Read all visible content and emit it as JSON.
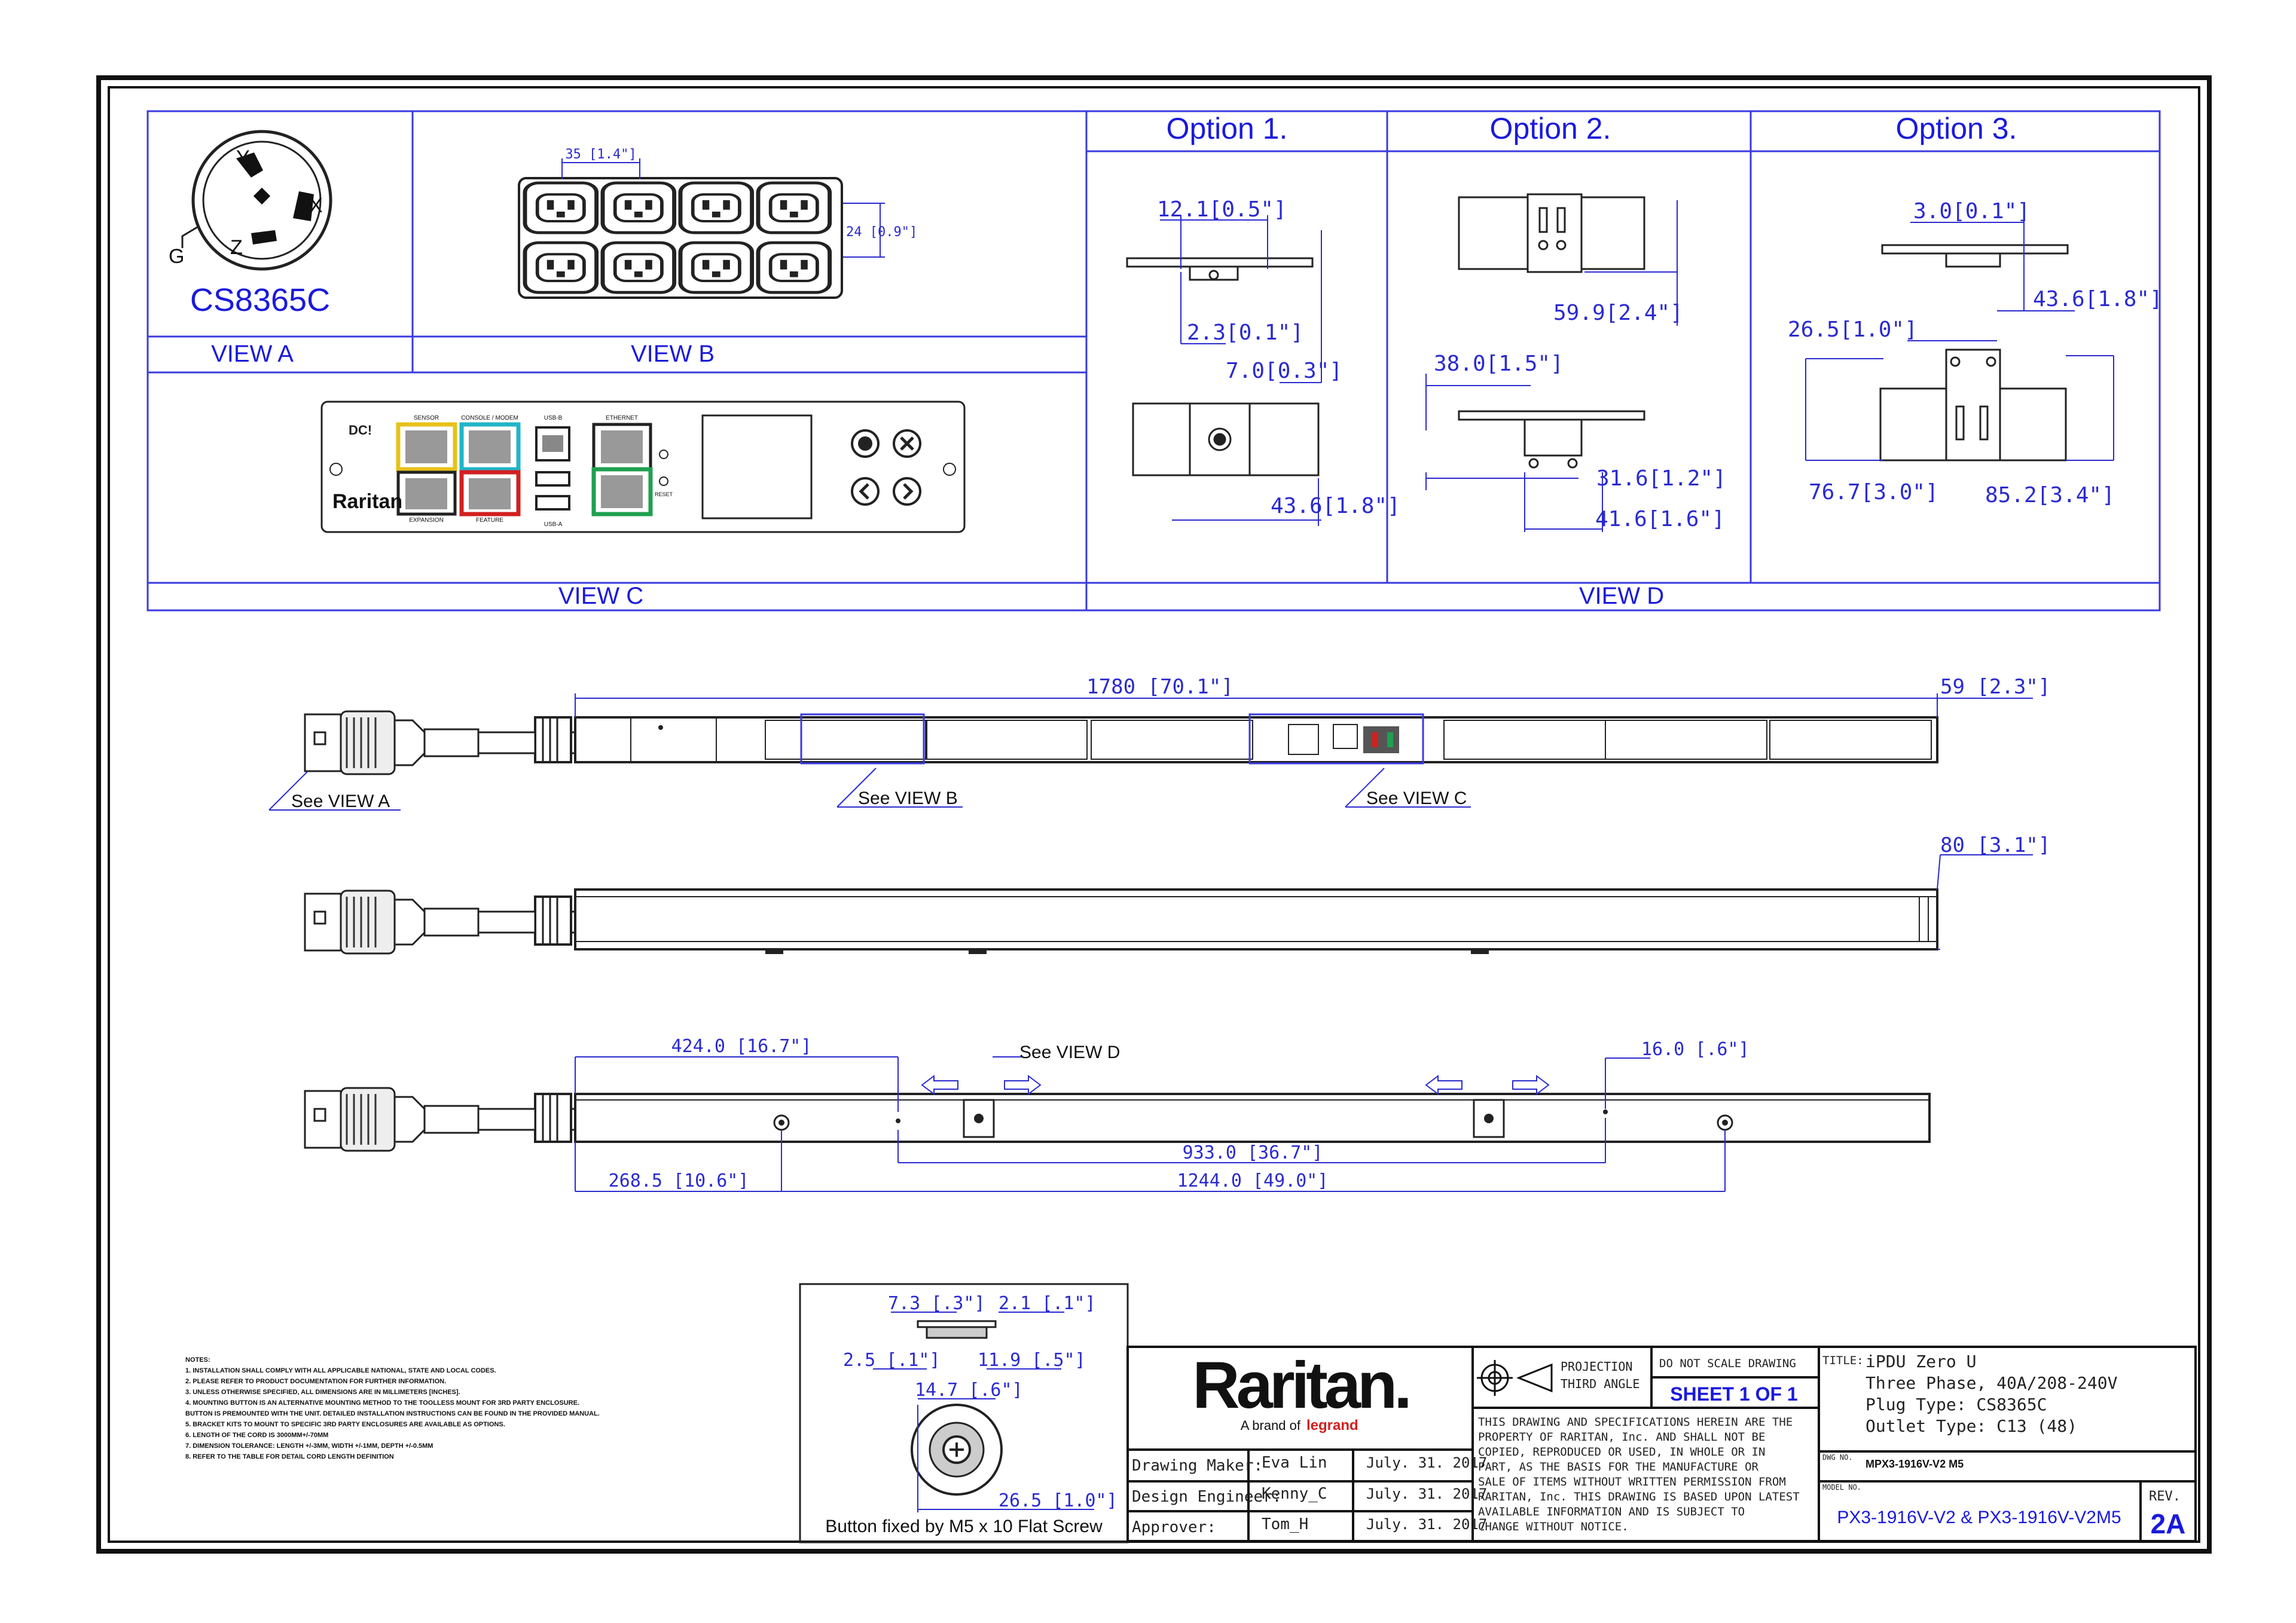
{
  "views": {
    "view_a": "VIEW A",
    "view_b": "VIEW B",
    "view_c": "VIEW C",
    "view_d": "VIEW D",
    "plug_model": "CS8365C",
    "pin_y": "Y",
    "pin_x": "X",
    "pin_z": "Z",
    "pin_g": "G",
    "b_width": "35 [1.4\"]",
    "b_height": "24 [0.9\"]"
  },
  "options": {
    "opt1": "Option 1.",
    "opt2": "Option 2.",
    "opt3": "Option 3.",
    "o1_d1": "12.1[0.5\"]",
    "o1_d2": "2.3[0.1\"]",
    "o1_d3": "7.0[0.3\"]",
    "o1_d4": "43.6[1.8\"]",
    "o2_d1": "59.9[2.4\"]",
    "o2_d2": "38.0[1.5\"]",
    "o2_d3": "31.6[1.2\"]",
    "o2_d4": "41.6[1.6\"]",
    "o3_d1": "3.0[0.1\"]",
    "o3_d2": "43.6[1.8\"]",
    "o3_d3": "26.5[1.0\"]",
    "o3_d4": "76.7[3.0\"]",
    "o3_d5": "85.2[3.4\"]"
  },
  "strip": {
    "length": "1780 [70.1\"]",
    "width": "59 [2.3\"]",
    "depth": "80 [3.1\"]",
    "see_a": "See VIEW A",
    "see_b": "See VIEW B",
    "see_c": "See VIEW C",
    "see_d": "See VIEW D",
    "d424": "424.0 [16.7\"]",
    "d16": "16.0 [.6\"]",
    "d933": "933.0 [36.7\"]",
    "d268": "268.5 [10.6\"]",
    "d1244": "1244.0 [49.0\"]"
  },
  "panel": {
    "sensor": "SENSOR",
    "console": "CONSOLE / MODEM",
    "usb_b": "USB-B",
    "eth": "ETHERNET",
    "expansion": "EXPANSION",
    "feature": "FEATURE",
    "usb_a": "USB-A",
    "reset": "RESET",
    "brand": "Raritan"
  },
  "button_detail": {
    "d1": "7.3 [.3\"]",
    "d2": "2.1 [.1\"]",
    "d3": "2.5 [.1\"]",
    "d4": "11.9 [.5\"]",
    "d5": "14.7 [.6\"]",
    "d6": "26.5 [1.0\"]",
    "caption": "Button fixed by M5 x 10 Flat Screw"
  },
  "notes": [
    "NOTES:",
    "1. INSTALLATION SHALL COMPLY WITH ALL APPLICABLE NATIONAL, STATE AND LOCAL CODES.",
    "2. PLEASE REFER TO PRODUCT DOCUMENTATION FOR FURTHER INFORMATION.",
    "3. UNLESS OTHERWISE SPECIFIED, ALL DIMENSIONS ARE IN MILLIMETERS [INCHES].",
    "4. MOUNTING BUTTON IS AN ALTERNATIVE MOUNTING METHOD TO THE TOOLLESS MOUNT FOR 3RD PARTY ENCLOSURE.",
    "   BUTTON IS PREMOUNTED WITH THE UNIT. DETAILED INSTALLATION INSTRUCTIONS CAN BE FOUND IN THE PROVIDED MANUAL.",
    "5. BRACKET KITS TO MOUNT TO SPECIFIC 3RD PARTY ENCLOSURES ARE AVAILABLE AS OPTIONS.",
    "6. LENGTH OF THE CORD IS 3000MM+/-70MM",
    "7. DIMENSION TOLERANCE: LENGTH +/-3MM, WIDTH +/-1MM, DEPTH +/-0.5MM",
    "8. REFER TO THE TABLE FOR DETAIL CORD LENGTH DEFINITION"
  ],
  "title_block": {
    "logo": "Raritan.",
    "tagline_prefix": "A brand of",
    "tagline_brand": "legrand",
    "maker_label": "Drawing Maker:",
    "maker_name": "Eva Lin",
    "maker_date": "July. 31. 2017",
    "engineer_label": "Design Engineer:",
    "engineer_name": "Kenny_C",
    "engineer_date": "July. 31. 2017",
    "approver_label": "Approver:",
    "approver_name": "Tom_H",
    "approver_date": "July. 31. 2017",
    "projection_1": "PROJECTION",
    "projection_2": "THIRD ANGLE",
    "no_scale": "DO NOT SCALE DRAWING",
    "sheet": "SHEET 1 OF 1",
    "disclaimer": [
      "THIS DRAWING AND SPECIFICATIONS HEREIN ARE THE",
      "PROPERTY OF RARITAN, Inc. AND SHALL NOT BE",
      "COPIED, REPRODUCED OR USED, IN WHOLE OR IN",
      "PART, AS THE BASIS FOR THE MANUFACTURE OR",
      "SALE OF ITEMS WITHOUT WRITTEN PERMISSION FROM",
      "RARITAN, Inc. THIS DRAWING IS BASED UPON LATEST",
      "AVAILABLE INFORMATION AND IS SUBJECT TO",
      "CHANGE WITHOUT NOTICE."
    ],
    "title_label": "TITLE:",
    "title_1": "iPDU Zero U",
    "title_2": "Three Phase, 40A/208-240V",
    "title_3": "Plug Type: CS8365C",
    "title_4": "Outlet Type: C13 (48)",
    "dwg_label": "DWG NO.",
    "dwg_no": "MPX3-1916V-V2 M5",
    "model_label": "MODEL NO.",
    "model_no": "PX3-1916V-V2  & PX3-1916V-V2M5",
    "rev_label": "REV.",
    "rev": "2A"
  }
}
